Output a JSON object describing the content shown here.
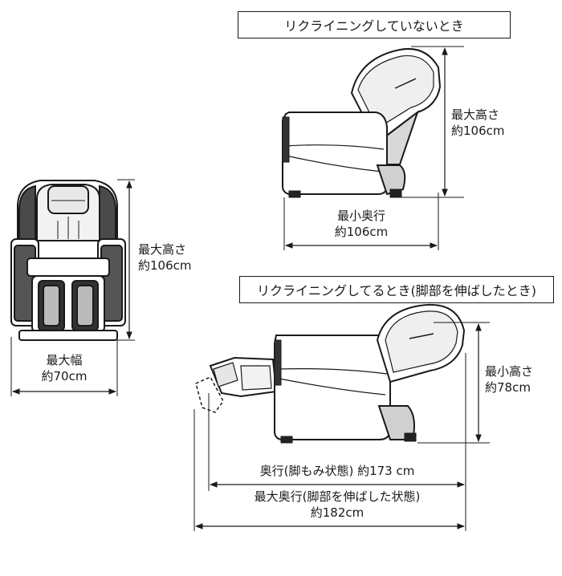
{
  "views": {
    "upright_title": "リクライニングしていないとき",
    "reclined_title": "リクライニングしてるとき(脚部を伸ばしたとき)"
  },
  "front_view": {
    "height_label": "最大高さ",
    "height_value": "約106cm",
    "width_label": "最大幅",
    "width_value": "約70cm"
  },
  "side_view": {
    "height_label": "最大高さ",
    "height_value": "約106cm",
    "depth_label": "最小奥行",
    "depth_value": "約106cm"
  },
  "reclined_view": {
    "height_label": "最小高さ",
    "height_value": "約78cm",
    "depth_folded": "奥行(脚もみ状態) 約173 cm",
    "depth_extended_label": "最大奥行(脚部を伸ばした状態)",
    "depth_extended_value": "約182cm"
  }
}
